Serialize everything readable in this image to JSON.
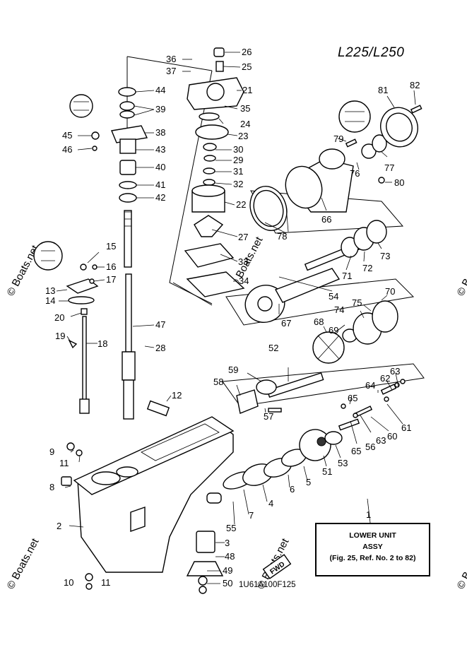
{
  "title": "L225/L250",
  "drawing_code": "1U61A100F125",
  "info_box": {
    "line1": "LOWER UNIT",
    "line2": "ASSY",
    "line3": "(Fig. 25, Ref. No. 2 to 82)"
  },
  "fwd_label": "FWD",
  "watermark": "© Boats.net",
  "part_numbers": [
    "1",
    "2",
    "3",
    "4",
    "5",
    "6",
    "7",
    "8",
    "9",
    "10",
    "11",
    "11",
    "12",
    "13",
    "14",
    "15",
    "16",
    "17",
    "18",
    "19",
    "20",
    "21",
    "22",
    "23",
    "24",
    "25",
    "26",
    "27",
    "28",
    "29",
    "30",
    "31",
    "32",
    "33",
    "34",
    "35",
    "36",
    "37",
    "38",
    "39",
    "40",
    "41",
    "42",
    "43",
    "44",
    "45",
    "46",
    "47",
    "48",
    "49",
    "50",
    "51",
    "52",
    "53",
    "54",
    "55",
    "56",
    "57",
    "58",
    "59",
    "60",
    "61",
    "62",
    "63",
    "63",
    "64",
    "65",
    "65",
    "66",
    "67",
    "68",
    "69",
    "70",
    "71",
    "72",
    "73",
    "74",
    "75",
    "76",
    "77",
    "78",
    "79",
    "80",
    "81",
    "82"
  ]
}
